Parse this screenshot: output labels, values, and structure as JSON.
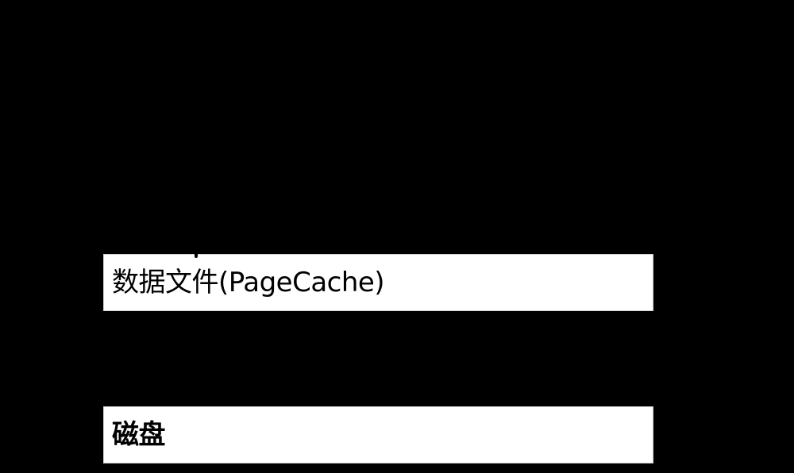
{
  "diagram": {
    "background_color": "#000000",
    "layers": [
      {
        "id": "pagecache",
        "label": "数据文件(PageCache)",
        "fill_color": "#ffffff",
        "text_color": "#000000"
      },
      {
        "id": "disk",
        "label": "磁盘",
        "fill_color": "#ffffff",
        "text_color": "#000000"
      }
    ],
    "connectors": [
      {
        "name": "arrow-tail",
        "target": "pagecache",
        "note": "cropped connector stroke entering top edge"
      }
    ]
  }
}
